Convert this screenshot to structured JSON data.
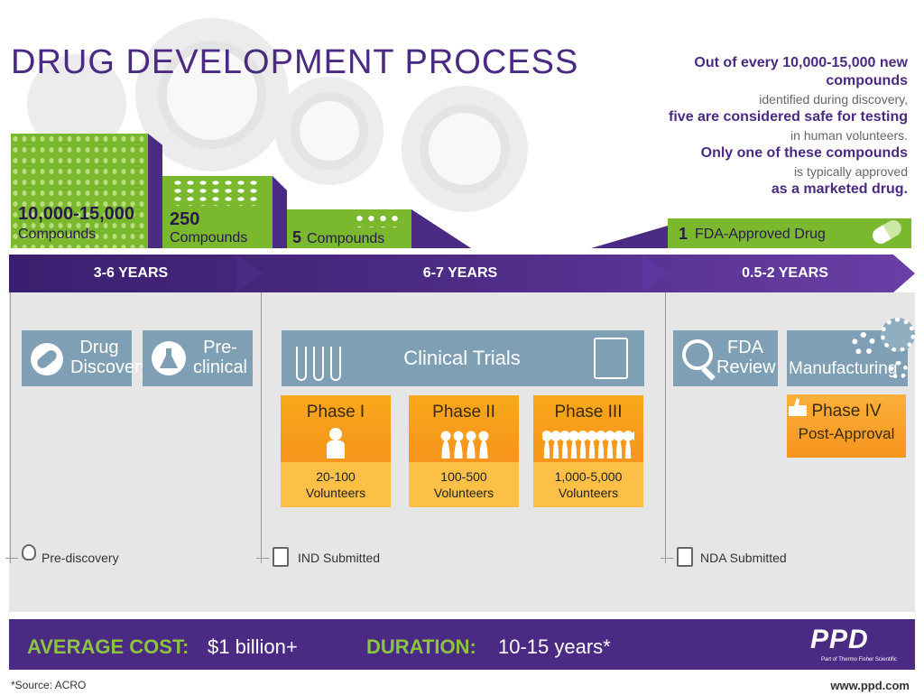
{
  "title": "DRUG DEVELOPMENT PROCESS",
  "intro": {
    "line1_bold": "Out of every 10,000-15,000 new compounds",
    "line2": "identified during discovery,",
    "line3_bold": "five are considered safe for testing",
    "line4": "in human volunteers.",
    "line5_bold": "Only one of these compounds",
    "line6": "is typically approved",
    "line7_bold": "as a marketed drug."
  },
  "funnel": {
    "s1_number": "10,000-15,000",
    "s1_label": "Compounds",
    "s2_number": "250",
    "s2_label": "Compounds",
    "s3_number": "5",
    "s3_label": "Compounds",
    "s4_number": "1",
    "s4_label": "FDA-Approved Drug"
  },
  "timeline": {
    "seg1": "3-6 YEARS",
    "seg2": "6-7 YEARS",
    "seg3": "0.5-2 YEARS"
  },
  "steps": {
    "drug_discovery": "Drug\nDiscovery",
    "preclinical": "Pre-\nclinical",
    "clinical_trials": "Clinical Trials",
    "fda_review": "FDA\nReview",
    "manufacturing": "Manufacturing"
  },
  "phases": [
    {
      "name": "Phase I",
      "volunteers": "20-100",
      "unit": "Volunteers"
    },
    {
      "name": "Phase II",
      "volunteers": "100-500",
      "unit": "Volunteers"
    },
    {
      "name": "Phase III",
      "volunteers": "1,000-5,000",
      "unit": "Volunteers"
    }
  ],
  "phase4": {
    "name": "Phase IV",
    "sub": "Post-Approval"
  },
  "milestones": {
    "m1": "Pre-discovery",
    "m2": "IND Submitted",
    "m3": "NDA Submitted"
  },
  "footer": {
    "cost_label": "AVERAGE COST:",
    "cost_value": "$1 billion+",
    "duration_label": "DURATION:",
    "duration_value": "10-15 years*",
    "brand": "PPD",
    "brand_sub": "Part of Thermo Fisher Scientific"
  },
  "source": "*Source: ACRO",
  "url": "www.ppd.com",
  "colors": {
    "purple": "#4b2a83",
    "green": "#7ab82e",
    "orange": "#f7941d",
    "blue": "#7f9fb4"
  }
}
